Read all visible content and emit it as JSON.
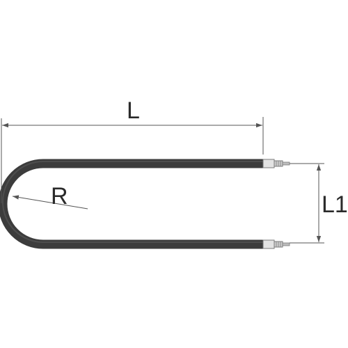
{
  "diagram": {
    "labels": {
      "length": "L",
      "radius": "R",
      "spacing": "L1"
    },
    "colors": {
      "tube": "#3c3c3c",
      "tube_highlight": "#5a5a5a",
      "dimension_line": "#555555",
      "terminal": "#c8c8c8",
      "terminal_outline": "#7a7a7a",
      "background": "#ffffff"
    }
  }
}
